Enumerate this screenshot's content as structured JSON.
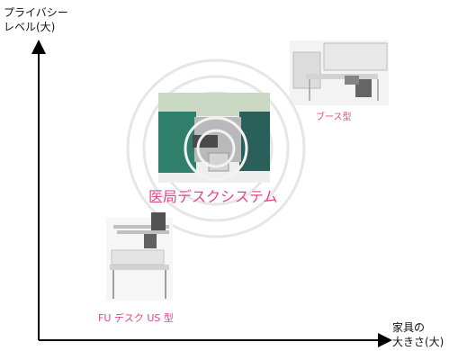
{
  "y_axis": {
    "line1": "プライバシー",
    "line2": "レベル(大)"
  },
  "x_axis": {
    "line1": "家具の",
    "line2": "大きさ(大)"
  },
  "items": [
    {
      "id": "booth",
      "label": "ブース型"
    },
    {
      "id": "center",
      "label": "医局デスクシステム"
    },
    {
      "id": "fu",
      "label": "FU デスク US 型"
    }
  ],
  "colors": {
    "accent": "#e0458e",
    "axis": "#000000",
    "ring": "#e5e5e5",
    "panel": "#2f7f6a"
  }
}
